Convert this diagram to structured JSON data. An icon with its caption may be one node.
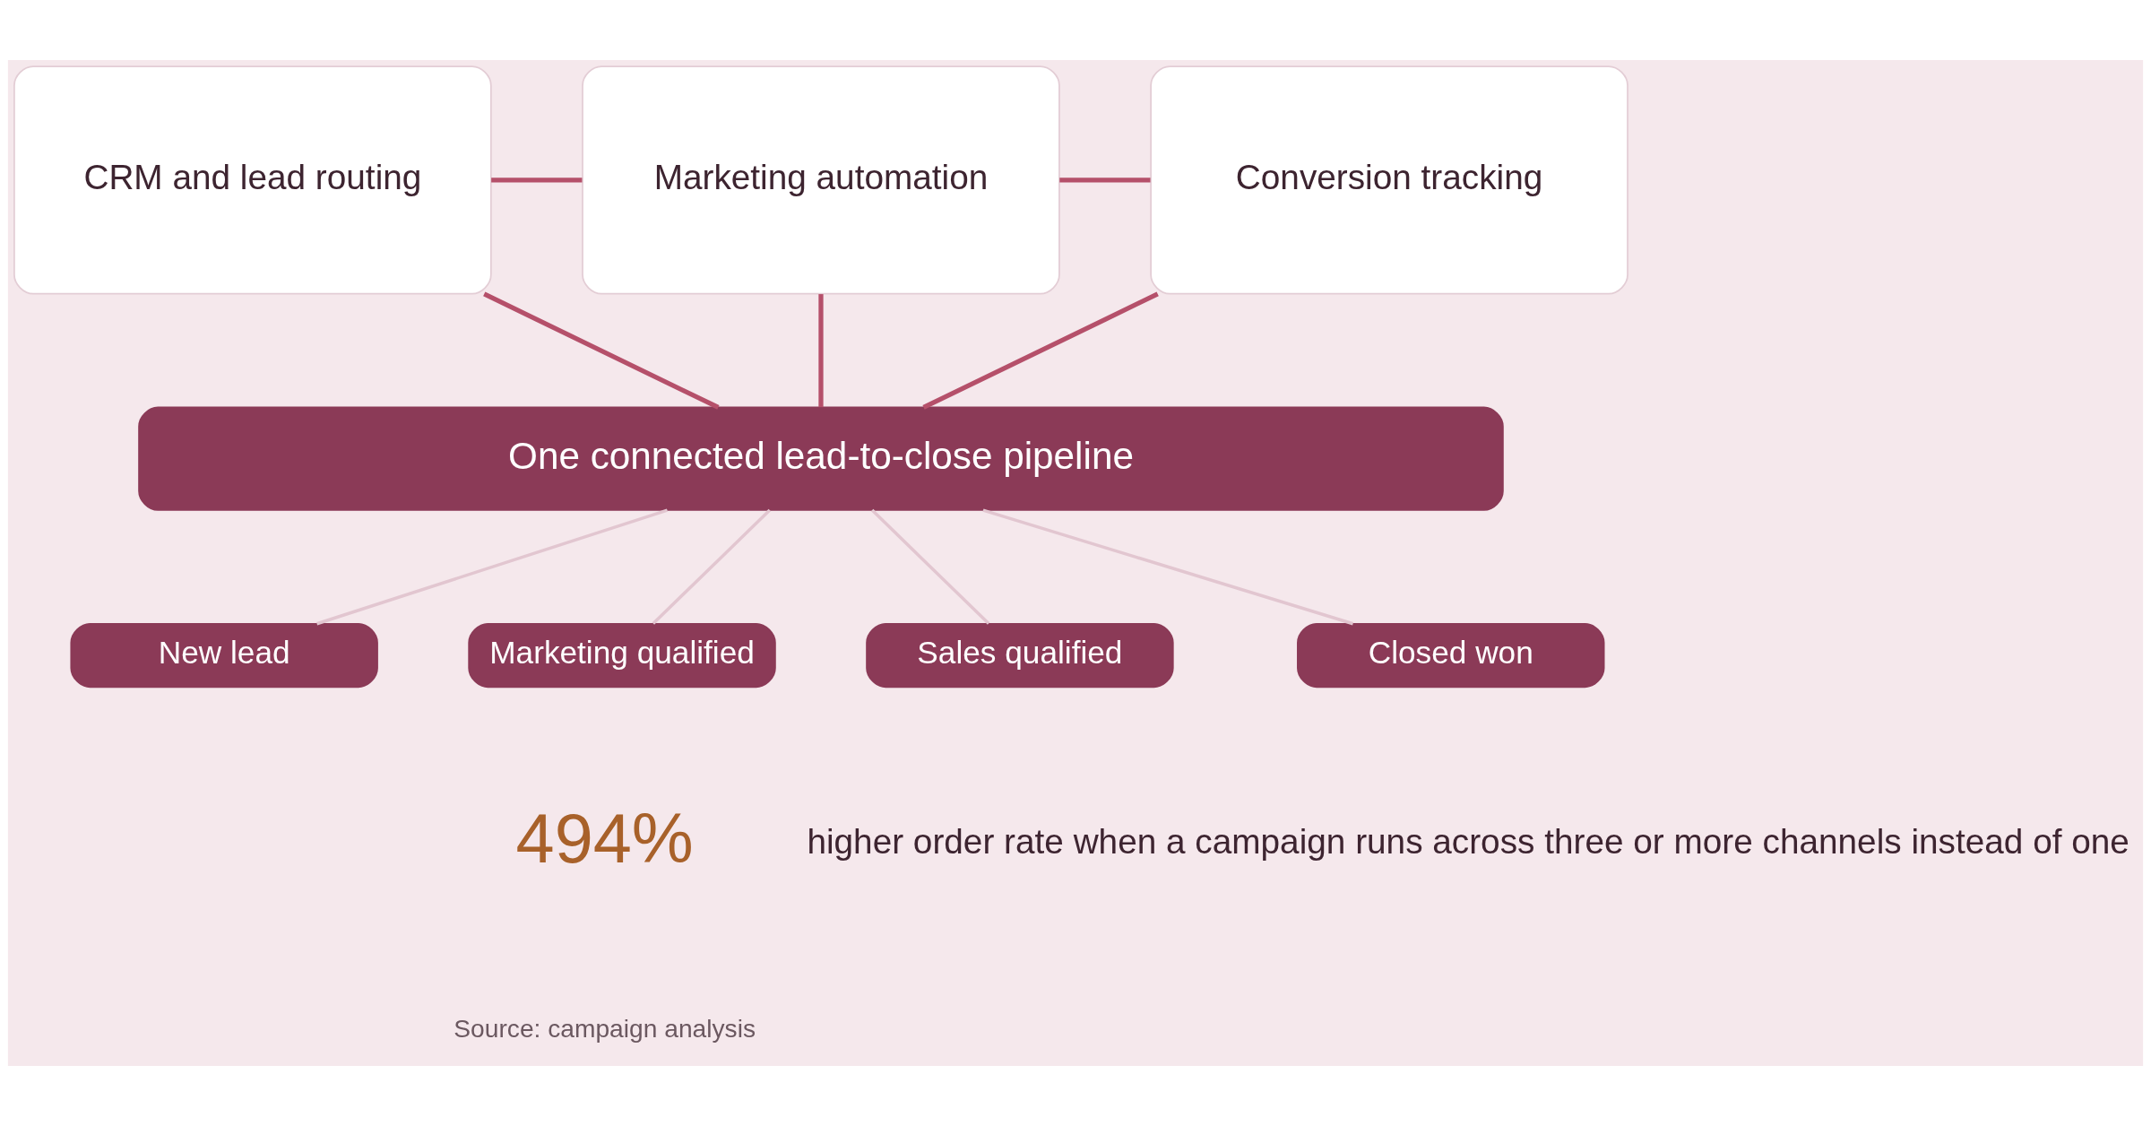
{
  "diagram": {
    "nodes": [
      {
        "text": [
          "CRM and lead routing"
        ]
      },
      {
        "text": [
          "Marketing automation"
        ]
      },
      {
        "text": [
          "Conversion tracking"
        ]
      },
      {
        "text": [
          "One connected lead-to-close pipeline"
        ]
      },
      {
        "text": [
          "New lead"
        ]
      },
      {
        "text": [
          "Marketing qualified"
        ]
      },
      {
        "text": [
          "Sales qualified"
        ]
      },
      {
        "text": [
          "Closed won"
        ]
      }
    ],
    "edges": [
      {
        "from": 0,
        "to": 1,
        "arrow": "none"
      },
      {
        "from": 1,
        "to": 2,
        "arrow": "none"
      },
      {
        "from": 0,
        "to": 3,
        "arrow": "none"
      },
      {
        "from": 1,
        "to": 3,
        "arrow": "none"
      },
      {
        "from": 2,
        "to": 3,
        "arrow": "none"
      },
      {
        "from": 3,
        "to": 4,
        "arrow": "none",
        "color": "#e2c6d0"
      },
      {
        "from": 3,
        "to": 5,
        "arrow": "none",
        "color": "#e2c6d0"
      },
      {
        "from": 3,
        "to": 6,
        "arrow": "none",
        "color": "#e2c6d0"
      },
      {
        "from": 3,
        "to": 7,
        "arrow": "none",
        "color": "#e2c6d0"
      }
    ],
    "labels": [
      "494%",
      "higher order rate when a campaign runs across three or more channels instead of one",
      "Source: campaign analysis"
    ]
  }
}
